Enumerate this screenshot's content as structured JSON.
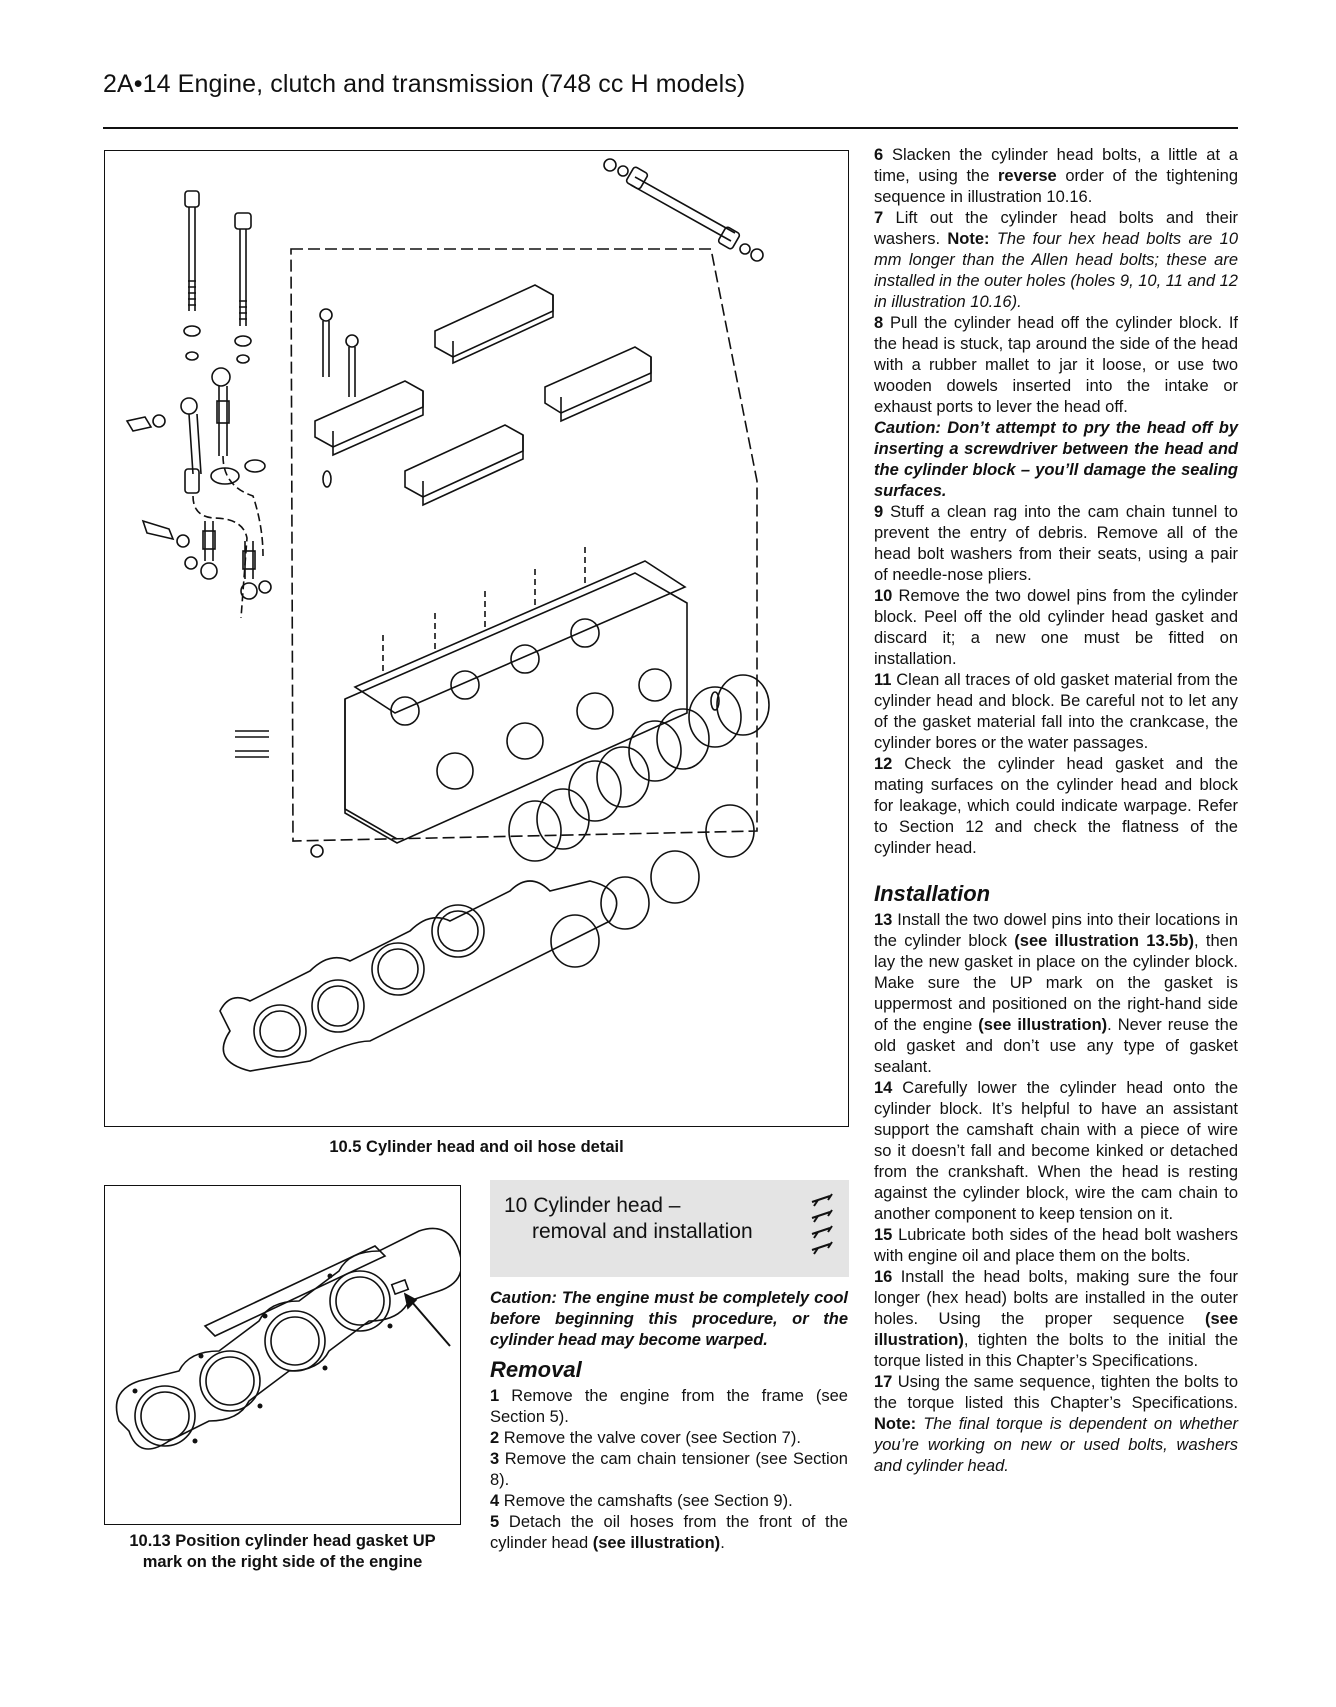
{
  "header": {
    "title": "2A•14  Engine, clutch and transmission (748 cc H models)"
  },
  "figure1": {
    "caption": "10.5  Cylinder head and oil hose detail"
  },
  "figure2": {
    "caption_line1": "10.13  Position cylinder head gasket UP",
    "caption_line2": "mark on the right side of the engine"
  },
  "section": {
    "number": "10",
    "title_line1": "Cylinder head –",
    "title_line2": "removal and installation",
    "difficulty_icon": "wrench-difficulty-icon",
    "caution": "Caution: The engine must be completely cool before beginning this procedure, or the cylinder head may become warped.",
    "removal_heading": "Removal",
    "steps_removal": [
      {
        "n": "1",
        "a": "Remove the engine from the frame (see Section 5).",
        "b": ""
      },
      {
        "n": "2",
        "a": "Remove the valve cover (see Section 7).",
        "b": ""
      },
      {
        "n": "3",
        "a": "Remove the cam chain tensioner (see Section 8).",
        "b": ""
      },
      {
        "n": "4",
        "a": "Remove the camshafts (see Section 9).",
        "b": ""
      },
      {
        "n": "5",
        "a": "Detach the oil hoses from the front of the cylinder head ",
        "b": "(see illustration)",
        "c": "."
      }
    ]
  },
  "right": {
    "s6a": "Slacken the cylinder head bolts, a little at a time, using the ",
    "s6b": "reverse",
    "s6c": " order of the tightening sequence in illustration 10.16.",
    "s7a": "Lift out the cylinder head bolts and their washers. ",
    "s7note": "Note:",
    "s7i": " The four hex head bolts are 10 mm longer than the Allen head bolts; these are installed in the outer holes (holes 9, 10, 11 and 12 in illustration 10.16).",
    "s8": "Pull the cylinder head off the cylinder block. If the head is stuck, tap around the side of the head with a rubber mallet to jar it loose, or use two wooden dowels inserted into the intake or exhaust ports to lever the head off.",
    "caution8": "Caution: Don’t attempt to pry the head off by inserting a screwdriver between the head and the cylinder block – you’ll damage the sealing surfaces.",
    "s9": "Stuff a clean rag into the cam chain tunnel to prevent the entry of debris. Remove all of the head bolt washers from their seats, using a pair of needle-nose pliers.",
    "s10": "Remove the two dowel pins from the cylinder block. Peel off the old cylinder head gasket and discard it; a new one must be fitted on installation.",
    "s11": "Clean all traces of old gasket material from the cylinder head and block. Be careful not to let any of the gasket material fall into the crankcase, the cylinder bores or the water passages.",
    "s12": "Check the cylinder head gasket and the mating surfaces on the cylinder head and block for leakage, which could indicate warpage. Refer to Section 12 and check the flatness of the cylinder head.",
    "install_heading": "Installation",
    "s13a": "Install the two dowel pins into their locations in the cylinder block ",
    "s13b": "(see illustration 13.5b)",
    "s13c": ", then lay the new gasket in place on the cylinder block. Make sure the UP mark on the gasket is uppermost and positioned on the right-hand side of the engine ",
    "s13d": "(see illustration)",
    "s13e": ". Never reuse the old gasket and don’t use any type of gasket sealant.",
    "s14": "Carefully lower the cylinder head onto the cylinder block. It’s helpful to have an assistant support the camshaft chain with a piece of wire so it doesn’t fall and become kinked or detached from the crankshaft. When the head is resting against the cylinder block, wire the cam chain to another component to keep tension on it.",
    "s15": "Lubricate both sides of the head bolt washers with engine oil and place them on the bolts.",
    "s16a": "Install the head bolts, making sure the four longer (hex head) bolts are installed in the outer holes. Using the proper sequence ",
    "s16b": "(see illustration)",
    "s16c": ", tighten the bolts to the initial the torque listed in this Chapter’s Specifications.",
    "s17a": "Using the same sequence, tighten the bolts to the torque listed this Chapter’s Specifications. ",
    "s17note": "Note:",
    "s17i": " The final torque is dependent on whether you’re working on new or used bolts, washers and cylinder head."
  }
}
